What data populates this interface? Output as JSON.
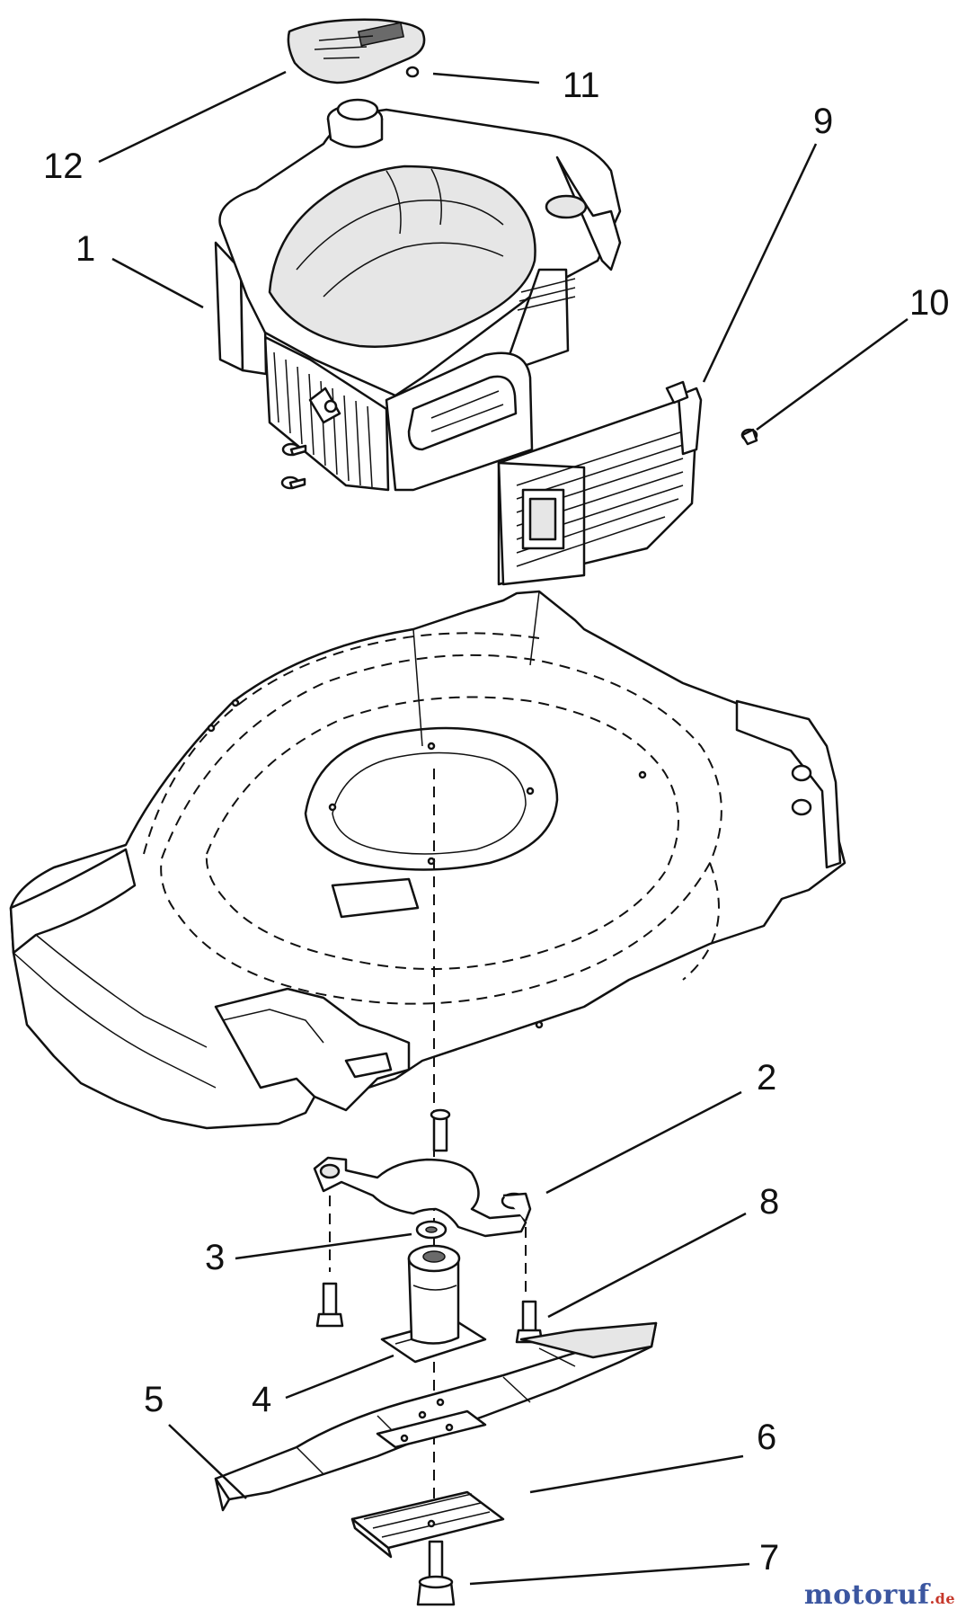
{
  "diagram": {
    "callouts": [
      {
        "id": "c1",
        "label": "1"
      },
      {
        "id": "c2",
        "label": "2"
      },
      {
        "id": "c3",
        "label": "3"
      },
      {
        "id": "c4",
        "label": "4"
      },
      {
        "id": "c5",
        "label": "5"
      },
      {
        "id": "c6",
        "label": "6"
      },
      {
        "id": "c7",
        "label": "7"
      },
      {
        "id": "c8",
        "label": "8"
      },
      {
        "id": "c9",
        "label": "9"
      },
      {
        "id": "c10",
        "label": "10"
      },
      {
        "id": "c11",
        "label": "11"
      },
      {
        "id": "c12",
        "label": "12"
      }
    ],
    "parts": [
      {
        "id": "engine",
        "callout": "1"
      },
      {
        "id": "blade-adapter-bracket",
        "callout": "2"
      },
      {
        "id": "washer",
        "callout": "3"
      },
      {
        "id": "blade-adapter",
        "callout": "4"
      },
      {
        "id": "blade",
        "callout": "5"
      },
      {
        "id": "blade-stiffener",
        "callout": "6"
      },
      {
        "id": "blade-bolt",
        "callout": "7"
      },
      {
        "id": "bracket-screw",
        "callout": "8"
      },
      {
        "id": "muffler-guard",
        "callout": "9"
      },
      {
        "id": "guard-screw",
        "callout": "10"
      },
      {
        "id": "decal-screw",
        "callout": "11"
      },
      {
        "id": "engine-decal",
        "callout": "12"
      }
    ]
  },
  "watermark": {
    "brand": "motoruf",
    "suffix": ".de"
  }
}
